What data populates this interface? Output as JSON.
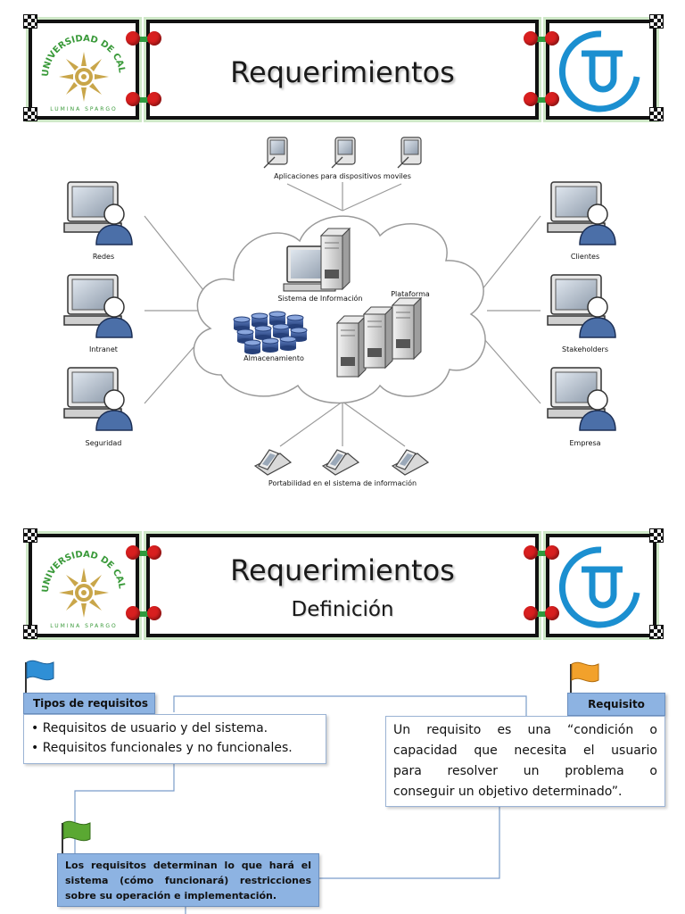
{
  "slide1": {
    "title": "Requerimientos",
    "logo_left": {
      "ring_text": "UNIVERSIDAD DE CALDAS",
      "motto": "LUMINA SPARGO"
    },
    "logo_right": {
      "icon": "tu-logo-icon"
    },
    "diagram": {
      "top_label": "Aplicaciones para dispositivos moviles",
      "bottom_label": "Portabilidad en el sistema de información",
      "left_nodes": [
        "Redes",
        "Intranet",
        "Seguridad"
      ],
      "right_nodes": [
        "Clientes",
        "Stakeholders",
        "Empresa"
      ],
      "cloud_items": {
        "sistema": "Sistema de Información",
        "plataforma": "Plataforma",
        "almacenamiento": "Almacenamiento"
      }
    }
  },
  "slide2": {
    "title": "Requerimientos",
    "subtitle": "Definición",
    "tipos": {
      "header": "Tipos de requisitos",
      "items": [
        "• Requisitos de usuario y del sistema.",
        "• Requisitos funcionales y no funcionales."
      ]
    },
    "requisito": {
      "header": "Requisito",
      "lines": [
        "Un requisito es una “condición o",
        "capacidad que necesita el usuario",
        "para resolver un problema o",
        "conseguir un objetivo determinado”."
      ]
    },
    "determinan": {
      "lines": [
        "Los requisitos determinan lo que hará el",
        "sistema (cómo funcionará) restricciones",
        "sobre su operación e implementación."
      ]
    },
    "flag_colors": {
      "tipos": "#2f8fd6",
      "requisito": "#f2a12b",
      "determinan": "#5aa832"
    }
  }
}
